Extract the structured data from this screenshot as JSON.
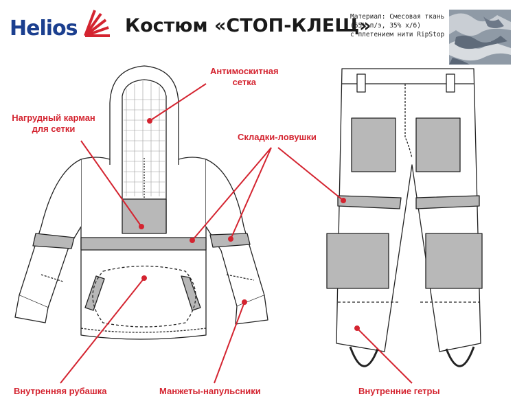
{
  "brand": {
    "logo_text": "Helios"
  },
  "title": "Костюм «СТОП-КЛЕЩ»",
  "material": {
    "line1": "Материал: Смесовая ткань",
    "line2": "(65% п/э, 35% х/б)",
    "line3": "с плетением нити RipStop"
  },
  "labels": {
    "mesh_line1": "Антимоскитная",
    "mesh_line2": "сетка",
    "pocket_line1": "Нагрудный карман",
    "pocket_line2": "для сетки",
    "folds": "Складки-ловушки",
    "shirt": "Внутренняя рубашка",
    "cuffs": "Манжеты-напульсники",
    "gaiters": "Внутренние гетры"
  },
  "colors": {
    "accent": "#d42430",
    "brand": "#1b3f8f",
    "outline": "#222222",
    "panel_gray": "#b8b8b8"
  }
}
